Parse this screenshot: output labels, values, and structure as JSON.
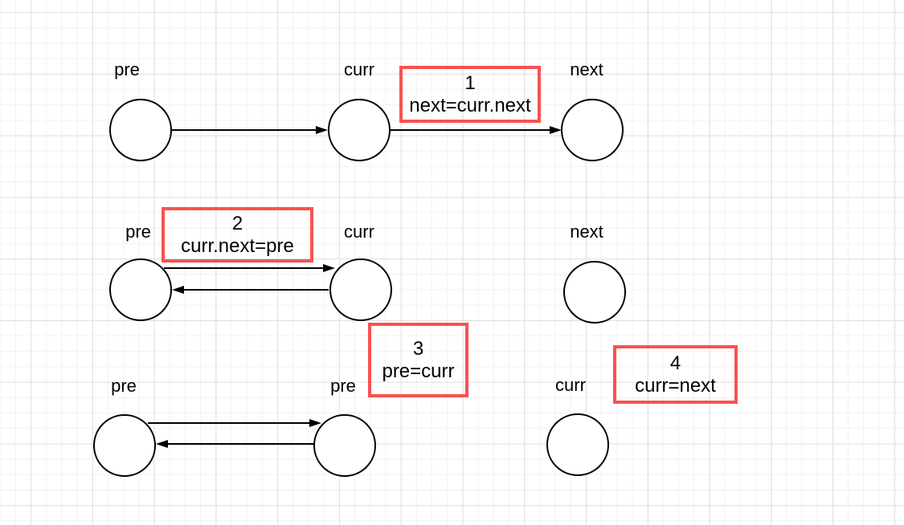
{
  "colors": {
    "background": "#ffffff",
    "grid_minor": "#f2f2f2",
    "grid_major": "#e0e0e0",
    "node_stroke": "#000000",
    "arrow": "#000000",
    "step_box_border": "#f85252",
    "text": "#000000"
  },
  "rows": [
    {
      "nodes": [
        {
          "label": "pre"
        },
        {
          "label": "curr"
        },
        {
          "label": "next"
        }
      ]
    },
    {
      "nodes": [
        {
          "label": "pre"
        },
        {
          "label": "curr"
        },
        {
          "label": "next"
        }
      ]
    },
    {
      "nodes": [
        {
          "label": "pre"
        },
        {
          "label": "pre"
        },
        {
          "label": "curr"
        }
      ]
    }
  ],
  "steps": [
    {
      "number": "1",
      "code": "next=curr.next"
    },
    {
      "number": "2",
      "code": "curr.next=pre"
    },
    {
      "number": "3",
      "code": "pre=curr"
    },
    {
      "number": "4",
      "code": "curr=next"
    }
  ]
}
